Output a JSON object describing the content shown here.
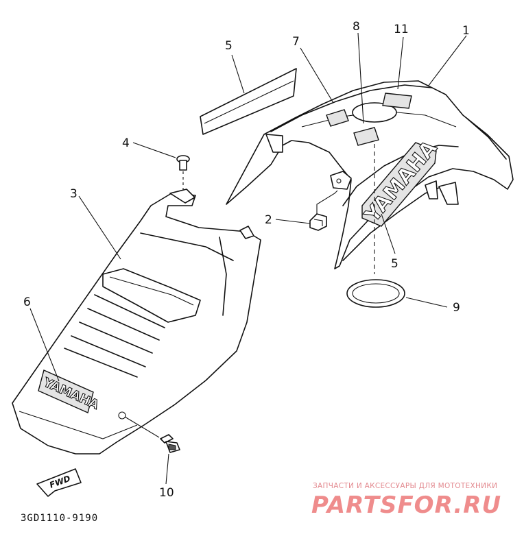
{
  "diagram": {
    "callouts": [
      {
        "id": "1",
        "label": "1"
      },
      {
        "id": "2",
        "label": "2"
      },
      {
        "id": "3",
        "label": "3"
      },
      {
        "id": "4",
        "label": "4"
      },
      {
        "id": "5a",
        "label": "5"
      },
      {
        "id": "5b",
        "label": "5"
      },
      {
        "id": "6",
        "label": "6"
      },
      {
        "id": "7",
        "label": "7"
      },
      {
        "id": "8",
        "label": "8"
      },
      {
        "id": "9",
        "label": "9"
      },
      {
        "id": "10",
        "label": "10"
      },
      {
        "id": "11",
        "label": "11"
      }
    ],
    "brand_text": "YAMAHA",
    "fwd_label": "FWD",
    "part_code": "3GD1110-9190"
  },
  "watermark": {
    "tagline": "ЗАПЧАСТИ И АКСЕССУАРЫ ДЛЯ МОТОТЕХНИКИ",
    "brand": "PARTSFOR.RU",
    "color": "#ef8c8c"
  }
}
